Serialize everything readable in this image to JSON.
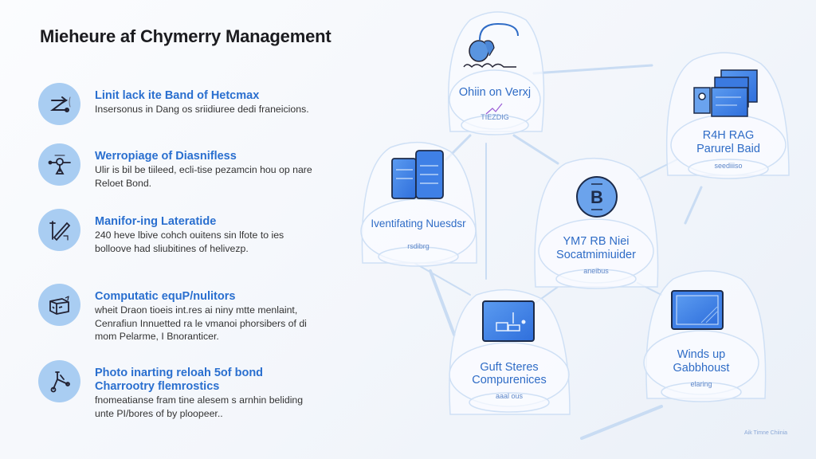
{
  "title": "Mieheure af Chymerry Management",
  "features": [
    {
      "icon": "connection-arrows-icon",
      "heading": "Linit lack ite Band of Hetcmax",
      "desc": [
        "Insersonus in Dang os sriidiuree dedi franeicions."
      ]
    },
    {
      "icon": "key-node-icon",
      "heading": "Werropiage of Diasnifless",
      "desc": [
        "Ulir is bil be tiileed, ecli-tise pezamcin hou op nare",
        "Reloet Bond."
      ]
    },
    {
      "icon": "pen-ruler-icon",
      "heading": "Manifor-ing Lateratide",
      "desc": [
        "240 heve lbive cohch ouitens sin lfote to ies",
        "bolloove had sliubitines of helivezp."
      ]
    },
    {
      "icon": "box-package-icon",
      "heading": "Computatic equP/nulitors",
      "desc": [
        "wheit Draon tioeis int.res ai niny mtte menlaint,",
        "Cenrafiun Innuetted ra le vmanoi phorsibers of di",
        "mom Pelarme, I Bnoranticer."
      ]
    },
    {
      "icon": "tools-link-icon",
      "heading": "Photo inarting reloah 5of bond Charrootry flemrostics",
      "desc": [
        "fnomeatianse fram tine alesem s arnhin beliding",
        "unte PI/bores of by ploopeer.."
      ]
    }
  ],
  "nodes": [
    {
      "id": "top",
      "icon": "cloud-person-icon",
      "label": [
        "Ohiin on Verxj"
      ],
      "sub": "TIEZDIG"
    },
    {
      "id": "right-top",
      "icon": "windows-stack-icon",
      "label": [
        "R4H RAG",
        "Parurel Baid"
      ],
      "sub": "seediiiso"
    },
    {
      "id": "left",
      "icon": "tablet-docs-icon",
      "label": [
        "Iventifating Nuesdsr"
      ],
      "sub": "rsdibrg"
    },
    {
      "id": "center",
      "icon": "bitcoin-coin-icon",
      "label": [
        "YM7 RB Niei",
        "Socatmimiuider"
      ],
      "sub": "aneibus"
    },
    {
      "id": "bottom",
      "icon": "monitor-chart-icon",
      "label": [
        "Guft Steres",
        "Compurenices"
      ],
      "sub": "aaal ous"
    },
    {
      "id": "right-bottom",
      "icon": "screen-display-icon",
      "label": [
        "Winds up",
        "Gabbhoust"
      ],
      "sub": "elaring"
    }
  ],
  "footnote": "Aik Timne Chiinia",
  "colors": {
    "accent": "#2f6cc6",
    "icon_bg": "#a9cdf2",
    "heading": "#2a6fcf",
    "line": "#c9dcf3"
  }
}
